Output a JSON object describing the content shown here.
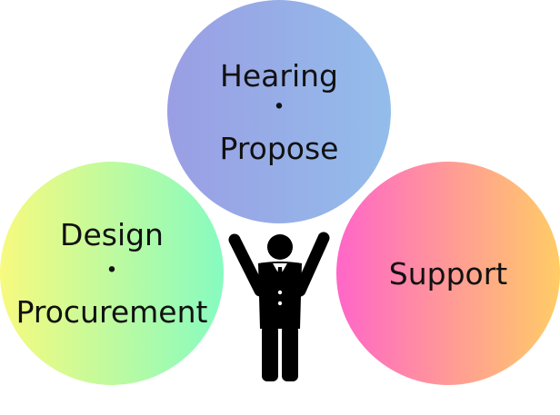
{
  "circles": {
    "top": {
      "line1": "Hearing",
      "separator": "・",
      "line2": "Propose",
      "gradient": [
        "#9a9ee4",
        "#93bdeb"
      ]
    },
    "left": {
      "line1": "Design",
      "separator": "・",
      "line2": "Procurement",
      "gradient": [
        "#f7fa7e",
        "#86fbc0"
      ]
    },
    "right": {
      "line1": "Support",
      "gradient": [
        "#ff66c8",
        "#ffcc66"
      ]
    }
  },
  "figure": {
    "icon": "businessman-arms-raised-icon",
    "color": "#000000"
  }
}
